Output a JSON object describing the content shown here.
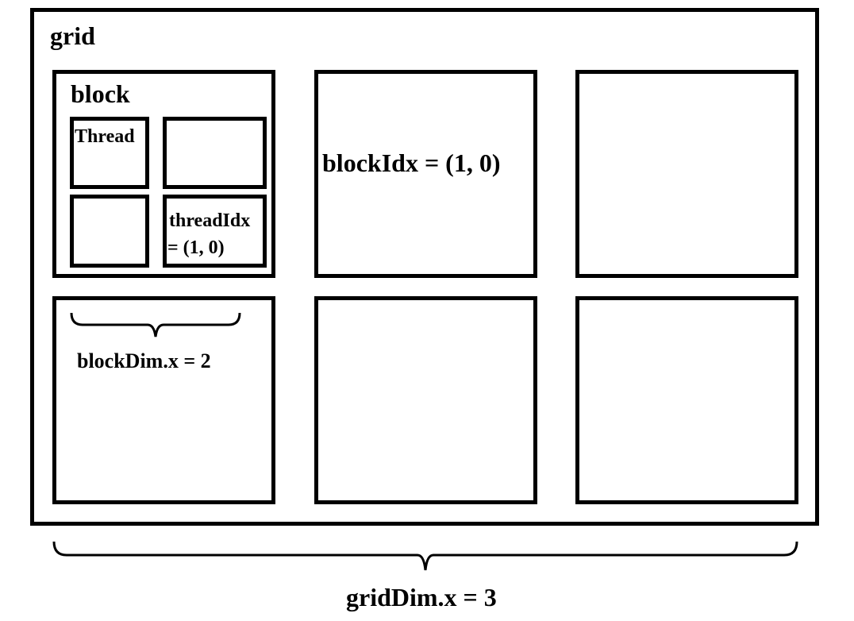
{
  "grid": {
    "title": "grid",
    "grid_dim_label": "gridDim.x = 3"
  },
  "blocks": {
    "block_title": "block",
    "block_idx_label": "blockIdx = (1, 0)",
    "block_dim_label": "blockDim.x = 2"
  },
  "threads": {
    "thread_label": "Thread",
    "thread_idx_line1": "threadIdx",
    "thread_idx_line2": "= (1, 0)"
  }
}
